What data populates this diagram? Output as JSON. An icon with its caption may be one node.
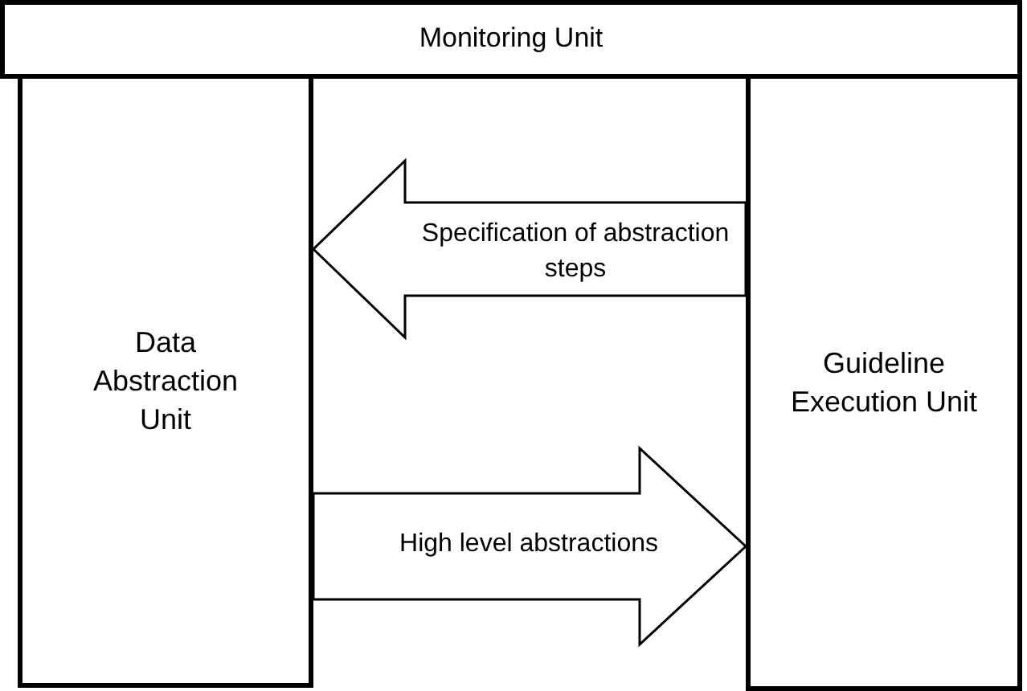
{
  "diagram": {
    "nodes": [
      {
        "text": [
          "Monitoring Unit"
        ]
      },
      {
        "text": [
          "Data Abstraction Unit"
        ]
      },
      {
        "text": [
          "Guideline Execution Unit"
        ]
      }
    ],
    "edges": [
      {
        "from": 2,
        "to": 1,
        "arrow": "to",
        "style": "thick",
        "label": "Specification of abstraction steps"
      },
      {
        "from": 1,
        "to": 2,
        "arrow": "to",
        "style": "thick",
        "label": "High level abstractions"
      }
    ]
  }
}
